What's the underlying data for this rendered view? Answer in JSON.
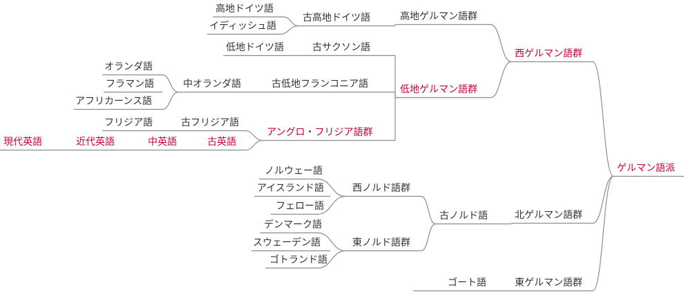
{
  "colors": {
    "text": "#333333",
    "highlight": "#c8003c",
    "line": "#8c8c8c"
  },
  "nodes": [
    {
      "id": "root",
      "label": "ゲルマン語派",
      "highlight": true,
      "parent": null
    },
    {
      "id": "west",
      "label": "西ゲルマン語群",
      "highlight": true,
      "parent": "root"
    },
    {
      "id": "north",
      "label": "北ゲルマン語群",
      "highlight": false,
      "parent": "root"
    },
    {
      "id": "east",
      "label": "東ゲルマン語群",
      "highlight": false,
      "parent": "root"
    },
    {
      "id": "high",
      "label": "高地ゲルマン語群",
      "highlight": false,
      "parent": "west"
    },
    {
      "id": "low",
      "label": "低地ゲルマン語群",
      "highlight": true,
      "parent": "west"
    },
    {
      "id": "ohg",
      "label": "古高地ドイツ語",
      "highlight": false,
      "parent": "high"
    },
    {
      "id": "hg",
      "label": "高地ドイツ語",
      "highlight": false,
      "parent": "ohg"
    },
    {
      "id": "yid",
      "label": "イディッシュ語",
      "highlight": false,
      "parent": "ohg"
    },
    {
      "id": "osax",
      "label": "古サクソン語",
      "highlight": false,
      "parent": "low"
    },
    {
      "id": "lg",
      "label": "低地ドイツ語",
      "highlight": false,
      "parent": "osax"
    },
    {
      "id": "olf",
      "label": "古低地フランコニア語",
      "highlight": false,
      "parent": "low"
    },
    {
      "id": "mdu",
      "label": "中オランダ語",
      "highlight": false,
      "parent": "olf"
    },
    {
      "id": "du",
      "label": "オランダ語",
      "highlight": false,
      "parent": "mdu"
    },
    {
      "id": "fl",
      "label": "フラマン語",
      "highlight": false,
      "parent": "mdu"
    },
    {
      "id": "af",
      "label": "アフリカーンス語",
      "highlight": false,
      "parent": "mdu"
    },
    {
      "id": "af_grp",
      "label": "アングロ・フリジア語群",
      "highlight": true,
      "parent": "low"
    },
    {
      "id": "ofr",
      "label": "古フリジア語",
      "highlight": false,
      "parent": "af_grp"
    },
    {
      "id": "fr",
      "label": "フリジア語",
      "highlight": false,
      "parent": "ofr"
    },
    {
      "id": "oe",
      "label": "古英語",
      "highlight": true,
      "parent": "af_grp"
    },
    {
      "id": "me",
      "label": "中英語",
      "highlight": true,
      "parent": "oe"
    },
    {
      "id": "eme",
      "label": "近代英語",
      "highlight": true,
      "parent": "me"
    },
    {
      "id": "mode",
      "label": "現代英語",
      "highlight": true,
      "parent": "eme"
    },
    {
      "id": "on",
      "label": "古ノルド語",
      "highlight": false,
      "parent": "north"
    },
    {
      "id": "wn",
      "label": "西ノルド語群",
      "highlight": false,
      "parent": "on"
    },
    {
      "id": "en",
      "label": "東ノルド語群",
      "highlight": false,
      "parent": "on"
    },
    {
      "id": "no",
      "label": "ノルウェー語",
      "highlight": false,
      "parent": "wn"
    },
    {
      "id": "is",
      "label": "アイスランド語",
      "highlight": false,
      "parent": "wn"
    },
    {
      "id": "fo",
      "label": "フェロー語",
      "highlight": false,
      "parent": "wn"
    },
    {
      "id": "da",
      "label": "デンマーク語",
      "highlight": false,
      "parent": "en"
    },
    {
      "id": "sv",
      "label": "スウェーデン語",
      "highlight": false,
      "parent": "en"
    },
    {
      "id": "gt",
      "label": "ゴトランド語",
      "highlight": false,
      "parent": "en"
    },
    {
      "id": "got",
      "label": "ゴート語",
      "highlight": false,
      "parent": "east"
    }
  ]
}
